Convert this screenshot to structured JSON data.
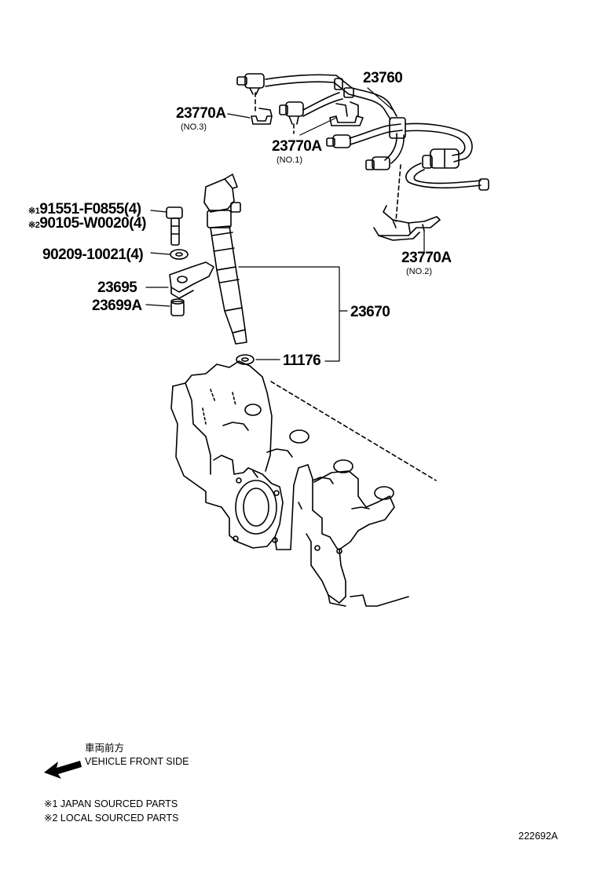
{
  "labels": {
    "p23760": "23760",
    "p23770a_no3": "23770A",
    "no3": "(NO.3)",
    "p23770a_no1": "23770A",
    "no1": "(NO.1)",
    "p23770a_no2": "23770A",
    "no2": "(NO.2)",
    "bolt_japan_mark": "※1",
    "bolt_japan": "91551-F0855(4)",
    "bolt_local_mark": "※2",
    "bolt_local": "90105-W0020(4)",
    "washer": "90209-10021(4)",
    "clamp": "23695",
    "collar": "23699A",
    "injector": "23670",
    "gasket": "11176"
  },
  "legend": {
    "front_jp": "車両前方",
    "front_en": "VEHICLE FRONT SIDE",
    "note1_mark": "※1",
    "note1": "JAPAN SOURCED PARTS",
    "note2_mark": "※2",
    "note2": "LOCAL SOURCED PARTS"
  },
  "figure_id": "222692A",
  "icons": {
    "front_arrow": "arrow-left-icon"
  }
}
